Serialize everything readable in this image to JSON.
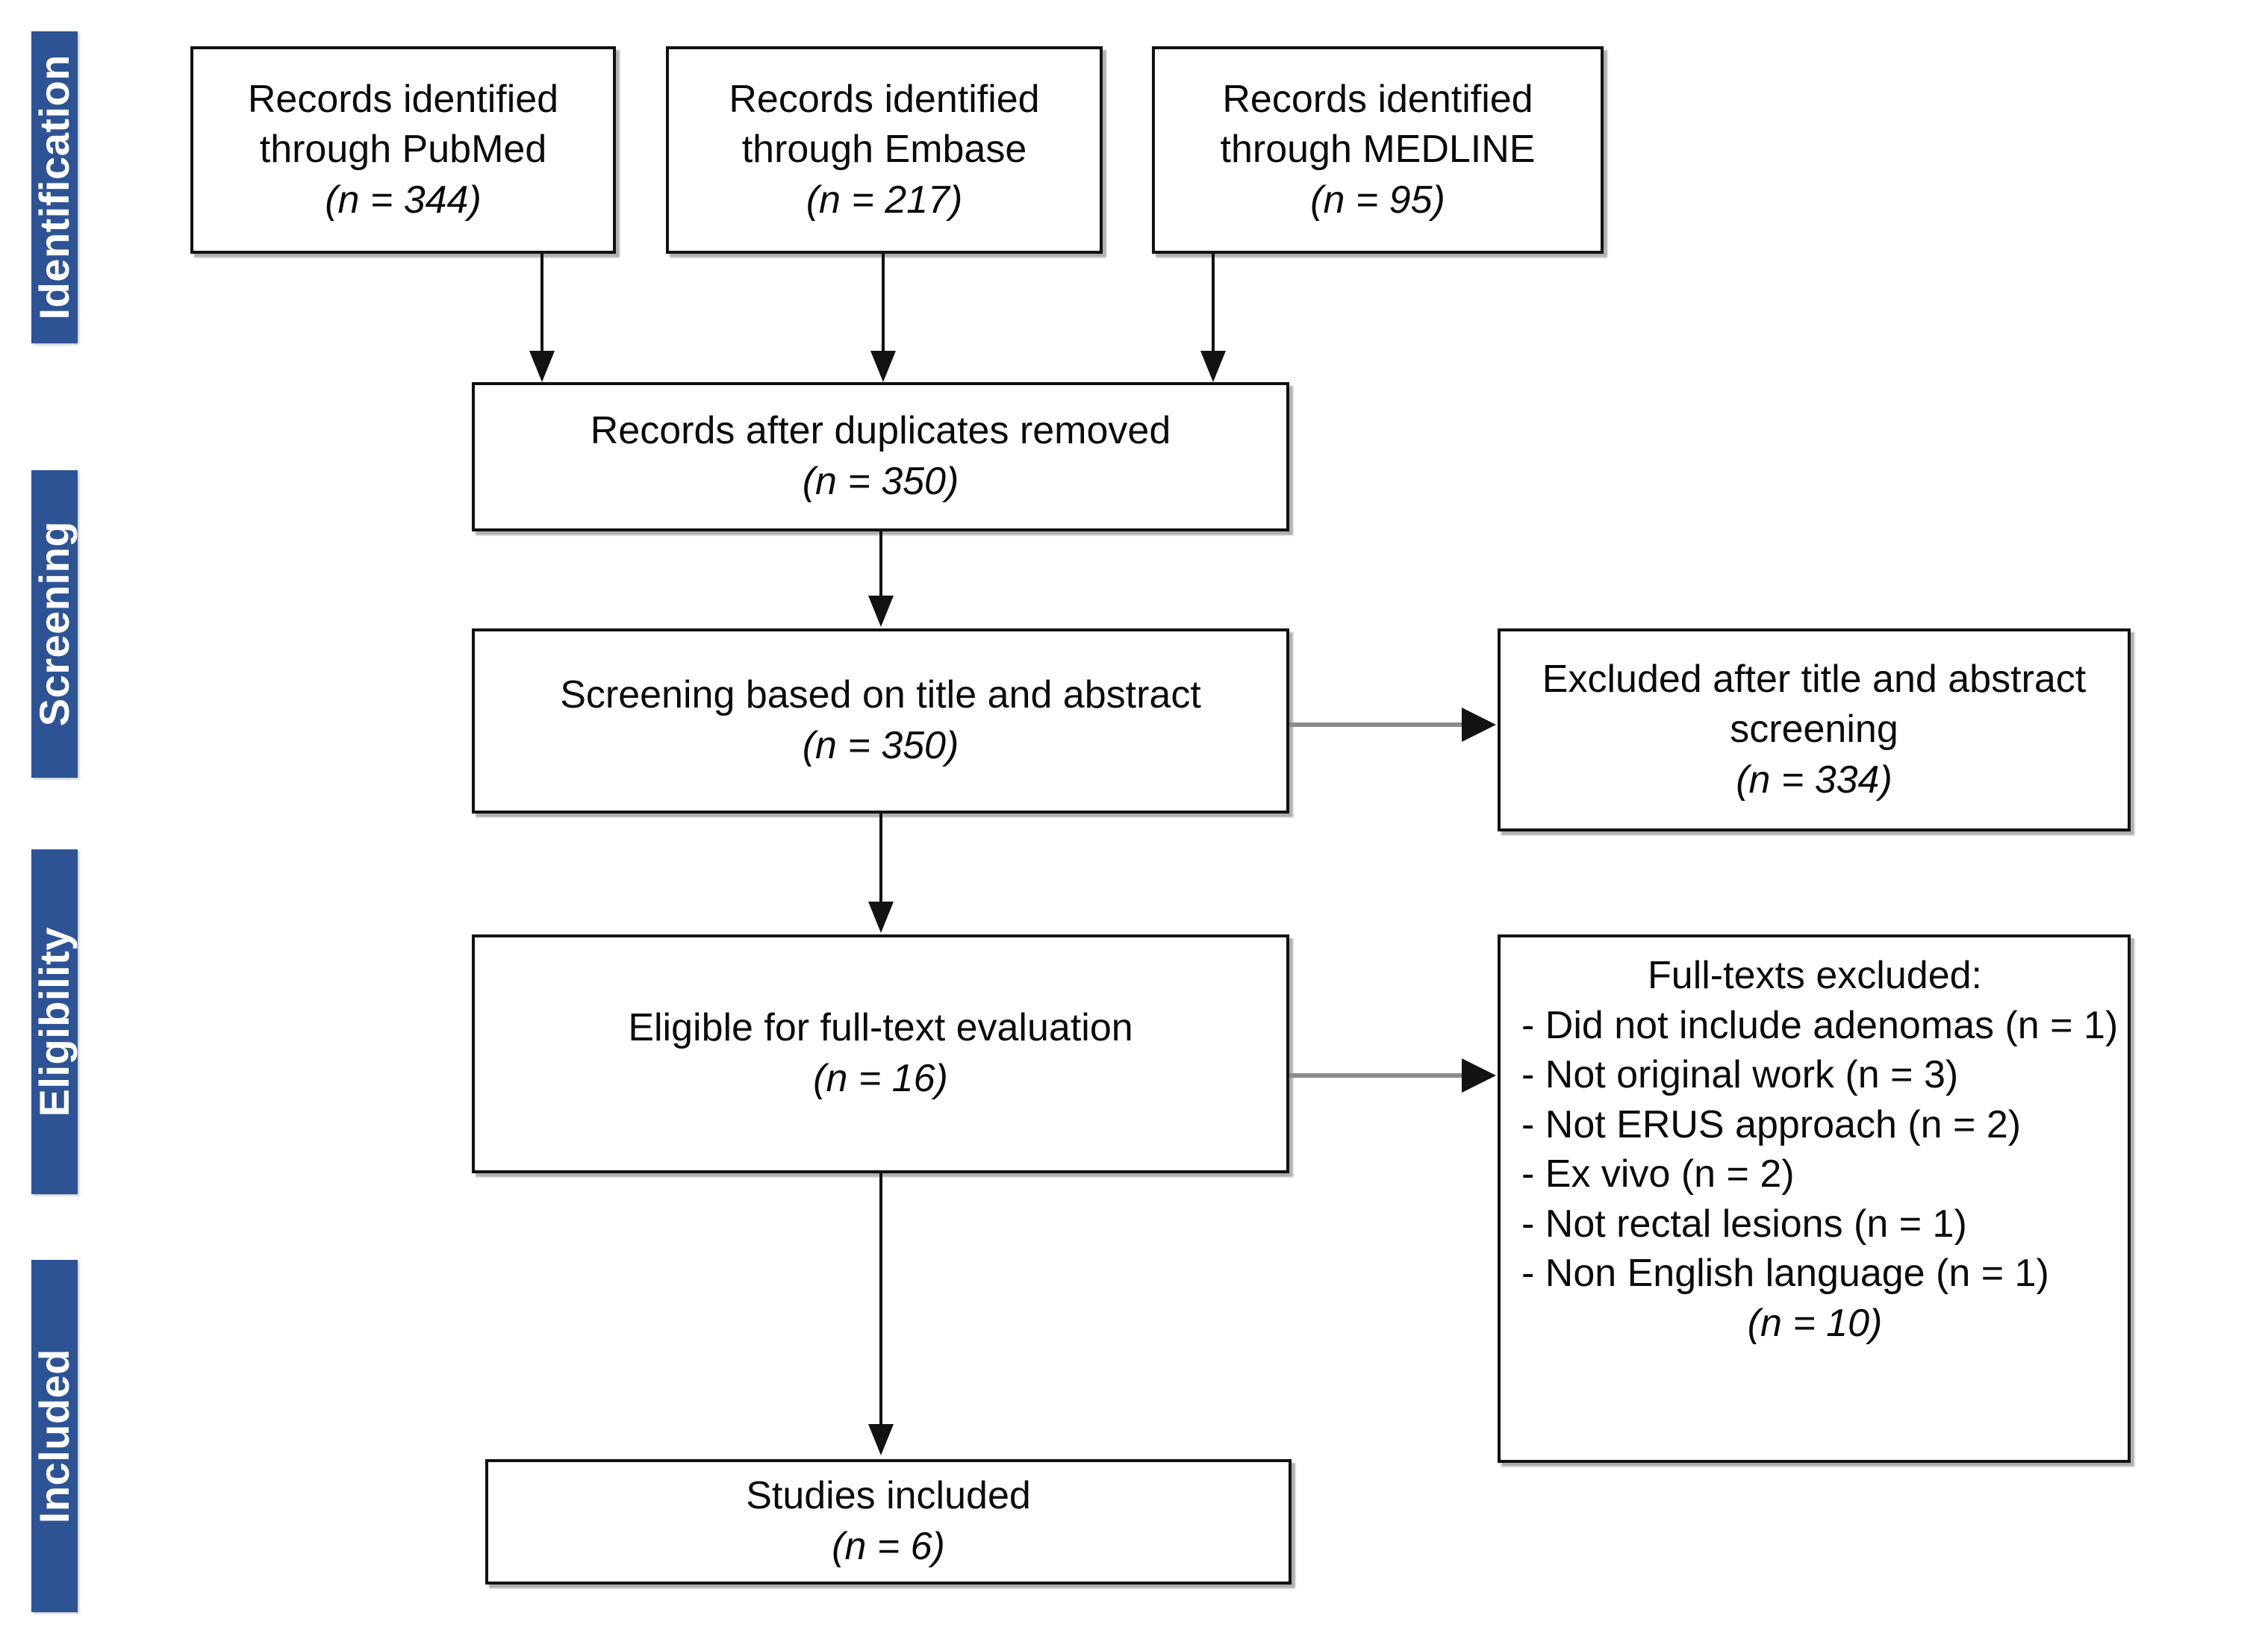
{
  "diagram": {
    "type": "prisma-flow-diagram",
    "accent_color": "#2E5395",
    "box_border_color": "#121212",
    "background_color": "#FFFFFF"
  },
  "stages": [
    {
      "label": "Identification"
    },
    {
      "label": "Screening"
    },
    {
      "label": "Eligibility"
    },
    {
      "label": "Included"
    }
  ],
  "boxes": {
    "pubmed": {
      "line1": "Records identified",
      "line2": "through PubMed",
      "count": "(n = 344)"
    },
    "embase": {
      "line1": "Records identified",
      "line2": "through Embase",
      "count": "(n = 217)"
    },
    "medline": {
      "line1": "Records identified",
      "line2": "through MEDLINE",
      "count": "(n = 95)"
    },
    "duplicates_removed": {
      "line1": "Records after duplicates removed",
      "count": "(n = 350)"
    },
    "title_abstract_screening": {
      "line1": "Screening based on title and abstract",
      "count": "(n = 350)"
    },
    "excluded_title_abstract": {
      "line1": "Excluded after title and abstract",
      "line2": "screening",
      "count": "(n = 334)"
    },
    "full_text_eligible": {
      "line1": "Eligible for full-text evaluation",
      "count": "(n = 16)"
    },
    "full_texts_excluded": {
      "title": "Full-texts excluded:",
      "items": [
        "- Did not include adenomas (n = 1)",
        "- Not original work (n = 3)",
        "- Not ERUS approach (n = 2)",
        "- Ex vivo (n = 2)",
        "- Not rectal lesions (n = 1)",
        "- Non English language (n = 1)"
      ],
      "total": "(n = 10)"
    },
    "studies_included": {
      "line1": "Studies included",
      "count": "(n = 6)"
    }
  },
  "chart_data": {
    "type": "diagram-flow",
    "title": "PRISMA study selection flow",
    "nodes": [
      {
        "id": "pubmed",
        "stage": "Identification",
        "label": "Records identified through PubMed",
        "n": 344
      },
      {
        "id": "embase",
        "stage": "Identification",
        "label": "Records identified through Embase",
        "n": 217
      },
      {
        "id": "medline",
        "stage": "Identification",
        "label": "Records identified through MEDLINE",
        "n": 95
      },
      {
        "id": "dedup",
        "stage": "Identification",
        "label": "Records after duplicates removed",
        "n": 350
      },
      {
        "id": "screen",
        "stage": "Screening",
        "label": "Screening based on title and abstract",
        "n": 350
      },
      {
        "id": "excl_ta",
        "stage": "Screening",
        "label": "Excluded after title and abstract screening",
        "n": 334
      },
      {
        "id": "eligible",
        "stage": "Eligibility",
        "label": "Eligible for full-text evaluation",
        "n": 16
      },
      {
        "id": "excl_ft",
        "stage": "Eligibility",
        "label": "Full-texts excluded",
        "n": 10
      },
      {
        "id": "included",
        "stage": "Included",
        "label": "Studies included",
        "n": 6
      }
    ],
    "exclusion_reasons": [
      {
        "reason": "Did not include adenomas",
        "n": 1
      },
      {
        "reason": "Not original work",
        "n": 3
      },
      {
        "reason": "Not ERUS approach",
        "n": 2
      },
      {
        "reason": "Ex vivo",
        "n": 2
      },
      {
        "reason": "Not rectal lesions",
        "n": 1
      },
      {
        "reason": "Non English language",
        "n": 1
      }
    ],
    "edges": [
      {
        "from": "pubmed",
        "to": "dedup"
      },
      {
        "from": "embase",
        "to": "dedup"
      },
      {
        "from": "medline",
        "to": "dedup"
      },
      {
        "from": "dedup",
        "to": "screen"
      },
      {
        "from": "screen",
        "to": "excl_ta"
      },
      {
        "from": "screen",
        "to": "eligible"
      },
      {
        "from": "eligible",
        "to": "excl_ft"
      },
      {
        "from": "eligible",
        "to": "included"
      }
    ]
  }
}
